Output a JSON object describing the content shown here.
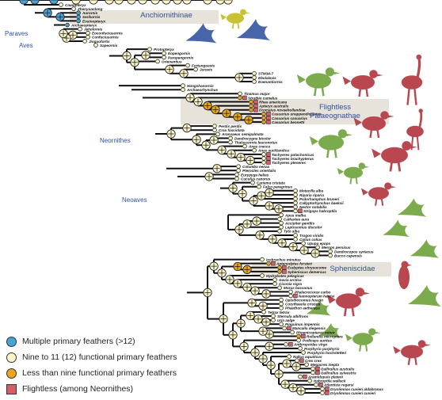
{
  "groups": {
    "anchiornithinae": "Anchiornithinae",
    "palaeognathae_line1": "Flightless",
    "palaeognathae_line2": "Palaeognathae",
    "sphenisciae": "Spheniscidae"
  },
  "clades": {
    "paraves": "Paraves",
    "aves": "Aves",
    "neornithes": "Neornithes",
    "neoaves": "Neoaves"
  },
  "legend": {
    "multiple": "Multiple primary feathers (>12)",
    "nine_to_eleven": "Nine to 11 (12) functional primary feathers",
    "less_than_nine": "Less than nine functional primary feathers",
    "flightless": "Flightless (among Neornithes)"
  },
  "colors": {
    "multiple": "#4aa3d6",
    "nine_to_eleven": "#fbf4c6",
    "less_than_nine": "#e8a51d",
    "flightless": "#d75d66",
    "bird_blue": "#4765a8",
    "bird_green": "#7cab4e",
    "bird_red": "#b8474f",
    "bird_yellow": "#c7c232",
    "box": "#e8e3da"
  },
  "taxa": [
    "Caudipteryx",
    "Zhenyuanlong",
    "Aurornis",
    "Serikornis",
    "Eosinopteryx",
    "Archaeopteryx",
    "Jeholornis",
    "Eoconfuciusornis",
    "Confuciusornis",
    "Jinguofortis",
    "Sapeornis",
    "Protopteryx",
    "Eopengornis",
    "Parapengornis",
    "Orienantius",
    "Fortunguavis",
    "Juravis",
    "STM34-7",
    "Ebolalavis",
    "Eoenantiornis",
    "Hongshanornis",
    "Archaeorhynchus",
    "Tinamus major",
    "Struthio camelus",
    "Rhea americana",
    "Apteryx australis",
    "Dromaius novaehollandiae",
    "Casuarius unappendiculatus",
    "Casuarius casuarius",
    "Casuarius bennetti",
    "Perdix perdix",
    "Crax fasciolata",
    "Aransaeus semipalmata",
    "Dendrocygna bicolor",
    "Thalassornis leuconotus",
    "Anas crecca",
    "Anas aucklandica",
    "Tachyeres patachonicus",
    "Tachyeres brachypterus",
    "Tachyeres pteneres",
    "Columba oenas",
    "Pterocles orientalis",
    "Eurypyga helias",
    "Cuculus canorus",
    "Cariama cristata",
    "Falco peregrinus",
    "Motacilla alba",
    "Riparia riparia",
    "Psilorhamphus bruneri",
    "Callyptorhynchus baeksii",
    "Nestor notabilis",
    "Strigops habroptila",
    "Apus melba",
    "Cathartes aura",
    "Accipiter gentilis",
    "Leptosomus discolor",
    "Tyto alba",
    "Trogon viridis",
    "Colius colius",
    "Upupa epops",
    "Merops persicus",
    "Dendrocopos syriacus",
    "Bucco capensis",
    "Ixobrychus minutus",
    "Aptenodytes forsteri",
    "Eudyptes chrysocome",
    "Spheniscus demersus",
    "Hydrobates pelagicus",
    "Gavia arctica",
    "Ciconia nigra",
    "Morus bassanus",
    "Phalacrocorax carbo",
    "Nannopterum harrisi",
    "Opisthocomus hoazin",
    "Corythaeola cristata",
    "Phaethon aethereus",
    "Tetrax tetrax",
    "Sternula albifrons",
    "Uria aalge",
    "Pinguinus impennis",
    "Mancalla diegensis",
    "Phoenicopterus minor",
    "Rollandia microptera",
    "Podiceps auritus",
    "Anthropoides virgo",
    "Porphyrio porphyrio",
    "Porphyrio hochstetteri",
    "Rallus aquaticus",
    "Crex crex",
    "Megacrex inepta",
    "Gallirallus australis",
    "Gallirallus sylvestris",
    "Aramidopsis plateni",
    "Habroptila wallacii",
    "Atlantisia rogersi",
    "Dryolimnas cuvieri aldabranus",
    "Dryolimnas cuvieri cuvieri"
  ]
}
